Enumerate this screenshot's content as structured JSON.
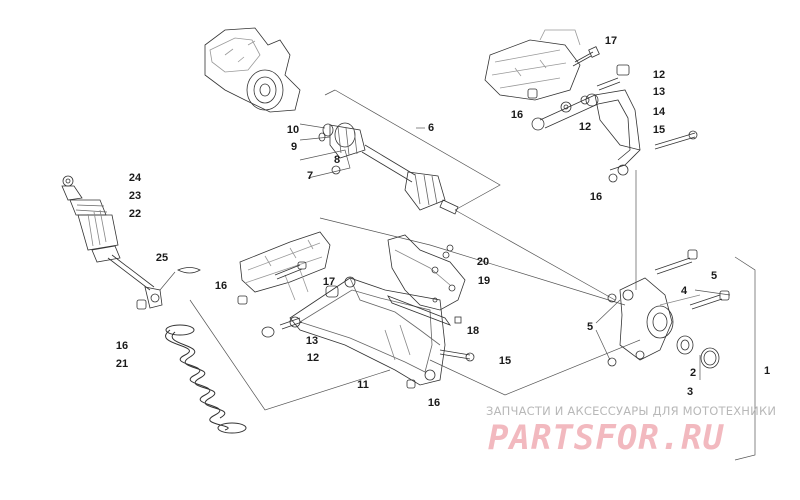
{
  "callouts": [
    {
      "id": "c1",
      "text": "1"
    },
    {
      "id": "c2",
      "text": "2"
    },
    {
      "id": "c3",
      "text": "3"
    },
    {
      "id": "c4",
      "text": "4"
    },
    {
      "id": "c5a",
      "text": "5"
    },
    {
      "id": "c5b",
      "text": "5"
    },
    {
      "id": "c6",
      "text": "6"
    },
    {
      "id": "c7",
      "text": "7"
    },
    {
      "id": "c8",
      "text": "8"
    },
    {
      "id": "c9",
      "text": "9"
    },
    {
      "id": "c10",
      "text": "10"
    },
    {
      "id": "c11",
      "text": "11"
    },
    {
      "id": "c12a",
      "text": "12"
    },
    {
      "id": "c12b",
      "text": "12"
    },
    {
      "id": "c12c",
      "text": "12"
    },
    {
      "id": "c13a",
      "text": "13"
    },
    {
      "id": "c13b",
      "text": "13"
    },
    {
      "id": "c14",
      "text": "14"
    },
    {
      "id": "c15a",
      "text": "15"
    },
    {
      "id": "c15b",
      "text": "15"
    },
    {
      "id": "c16a",
      "text": "16"
    },
    {
      "id": "c16b",
      "text": "16"
    },
    {
      "id": "c16c",
      "text": "16"
    },
    {
      "id": "c16d",
      "text": "16"
    },
    {
      "id": "c16e",
      "text": "16"
    },
    {
      "id": "c17a",
      "text": "17"
    },
    {
      "id": "c17b",
      "text": "17"
    },
    {
      "id": "c18",
      "text": "18"
    },
    {
      "id": "c19",
      "text": "19"
    },
    {
      "id": "c20",
      "text": "20"
    },
    {
      "id": "c21",
      "text": "21"
    },
    {
      "id": "c22",
      "text": "22"
    },
    {
      "id": "c23",
      "text": "23"
    },
    {
      "id": "c24",
      "text": "24"
    },
    {
      "id": "c25",
      "text": "25"
    }
  ],
  "watermark": {
    "subtitle": "ЗАПЧАСТИ И АКСЕССУАРЫ ДЛЯ МОТОТЕХНИКИ",
    "brand": "PARTSFOR.RU",
    "brand_color": "#f2b9bf"
  }
}
